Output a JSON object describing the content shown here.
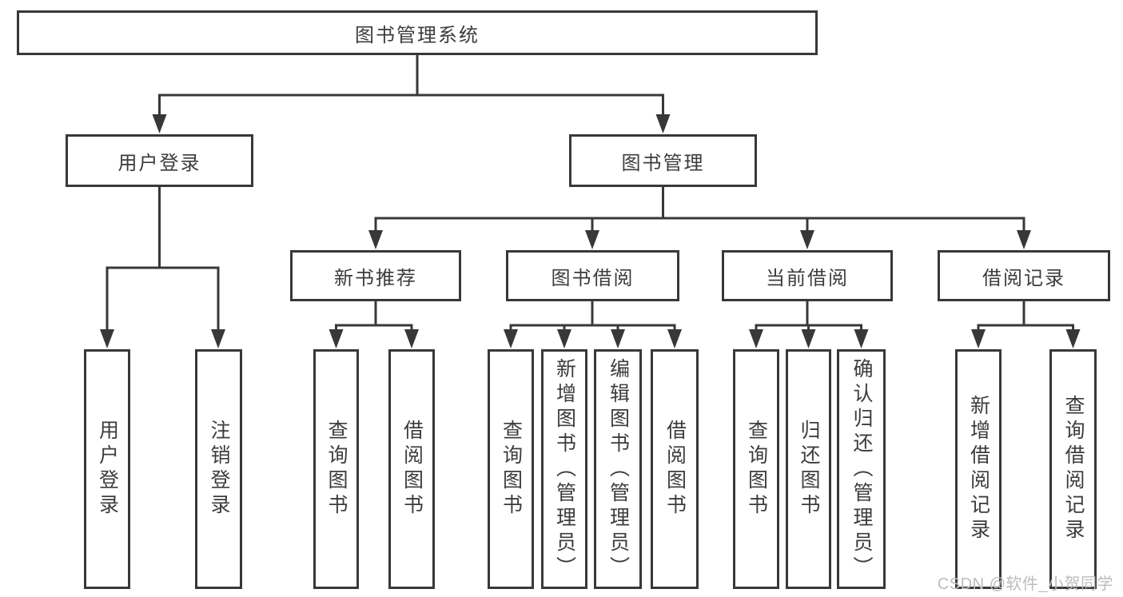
{
  "tree": {
    "root": {
      "label": "图书管理系统",
      "children": [
        {
          "label": "用户登录",
          "children": [
            {
              "label": "用户登录"
            },
            {
              "label": "注销登录"
            }
          ]
        },
        {
          "label": "图书管理",
          "children": [
            {
              "label": "新书推荐",
              "children": [
                {
                  "label": "查询图书"
                },
                {
                  "label": "借阅图书"
                }
              ]
            },
            {
              "label": "图书借阅",
              "children": [
                {
                  "label": "查询图书"
                },
                {
                  "label": "新增图书（管理员）"
                },
                {
                  "label": "编辑图书（管理员）"
                },
                {
                  "label": "借阅图书"
                }
              ]
            },
            {
              "label": "当前借阅",
              "children": [
                {
                  "label": "查询图书"
                },
                {
                  "label": "归还图书"
                },
                {
                  "label": "确认归还（管理员）"
                }
              ]
            },
            {
              "label": "借阅记录",
              "children": [
                {
                  "label": "新增借阅记录"
                },
                {
                  "label": "查询借阅记录"
                }
              ]
            }
          ]
        }
      ]
    }
  },
  "watermark": {
    "text": "CSDN @软件_小贺同学"
  },
  "colors": {
    "line": "#383838",
    "border": "#383838",
    "text": "#3c3c3c",
    "watermark_text": "#bcbcbc",
    "background": "#ffffff"
  }
}
